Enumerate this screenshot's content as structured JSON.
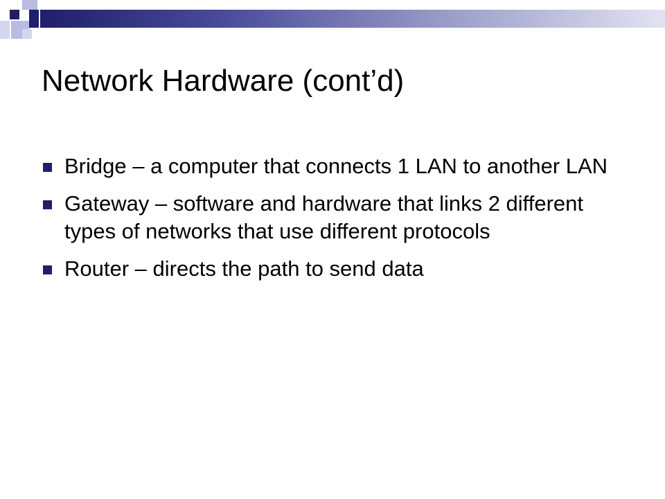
{
  "slide": {
    "title": "Network Hardware (cont’d)",
    "bullets": [
      {
        "text": "Bridge – a computer that connects 1 LAN to another LAN"
      },
      {
        "text": "Gateway – software and hardware that links 2 different types of networks that use different protocols"
      },
      {
        "text": "Router – directs the path to send data"
      }
    ]
  },
  "theme": {
    "accent": "#1f1f6b",
    "accent_light": "#b8bbe2",
    "background": "#ffffff",
    "text": "#000000",
    "bullet_icon": "square-bullet-icon"
  }
}
